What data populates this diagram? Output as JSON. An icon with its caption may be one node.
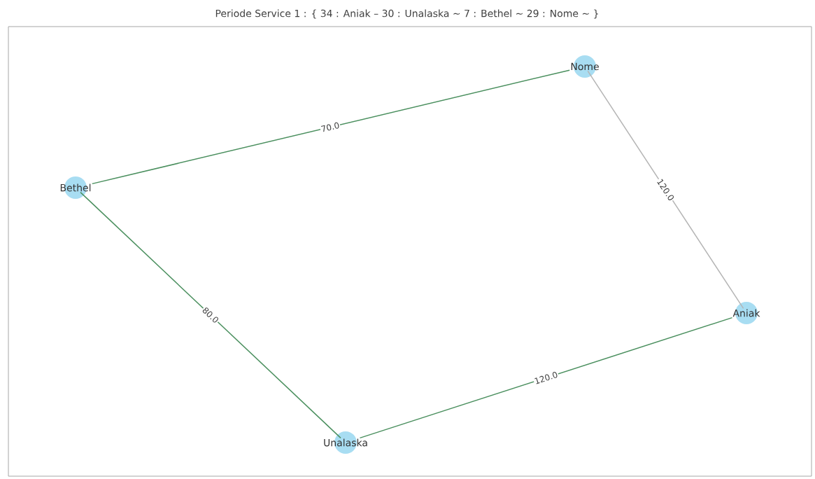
{
  "diagram": {
    "title": "Periode Service 1 : { 34 : Aniak – 30 : Unalaska ~ 7 : Bethel ~ 29 : Nome ~ }",
    "nodes": [
      {
        "text": [
          "Nome"
        ]
      },
      {
        "text": [
          "Bethel"
        ]
      },
      {
        "text": [
          "Aniak"
        ]
      },
      {
        "text": [
          "Unalaska"
        ]
      }
    ],
    "edges": [
      {
        "from": 1,
        "to": 0,
        "arrow": "none",
        "label": "70.0"
      },
      {
        "from": 0,
        "to": 2,
        "arrow": "none",
        "label": "120.0",
        "color": "#b4b4b4"
      },
      {
        "from": 3,
        "to": 2,
        "arrow": "none",
        "label": "120.0"
      },
      {
        "from": 1,
        "to": 3,
        "arrow": "none",
        "label": "80.0"
      }
    ]
  }
}
